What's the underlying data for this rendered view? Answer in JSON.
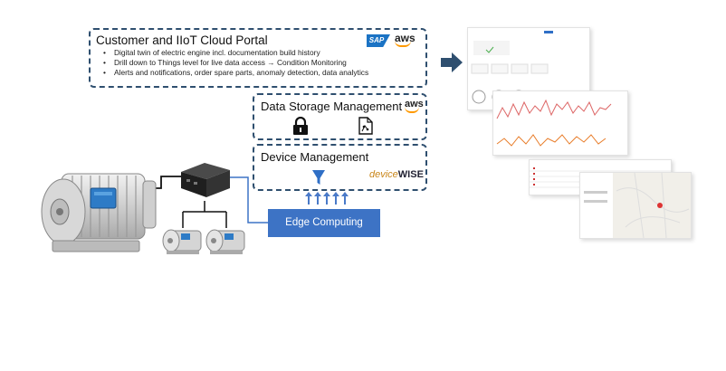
{
  "portal": {
    "title": "Customer and IIoT Cloud Portal",
    "bullets": [
      "Digital twin of electric engine incl. documentation build history",
      "Drill down to Things level for live data access → Condition Monitoring",
      "Alerts and notifications, order spare parts, anomaly detection, data analytics"
    ],
    "sap_logo": "SAP",
    "aws_logo": "aws"
  },
  "storage": {
    "title": "Data Storage Management",
    "aws_logo": "aws",
    "icons": [
      "padlock-icon",
      "document-icon"
    ]
  },
  "device": {
    "title": "Device Management",
    "logo_prefix": "device",
    "logo_suffix": "WISE"
  },
  "edge": {
    "label": "Edge Computing"
  },
  "colors": {
    "box_border": "#2f4f6f",
    "edge_fill": "#3d73c5",
    "aws_accent": "#ff9900",
    "arrow": "#2f4f6f"
  }
}
